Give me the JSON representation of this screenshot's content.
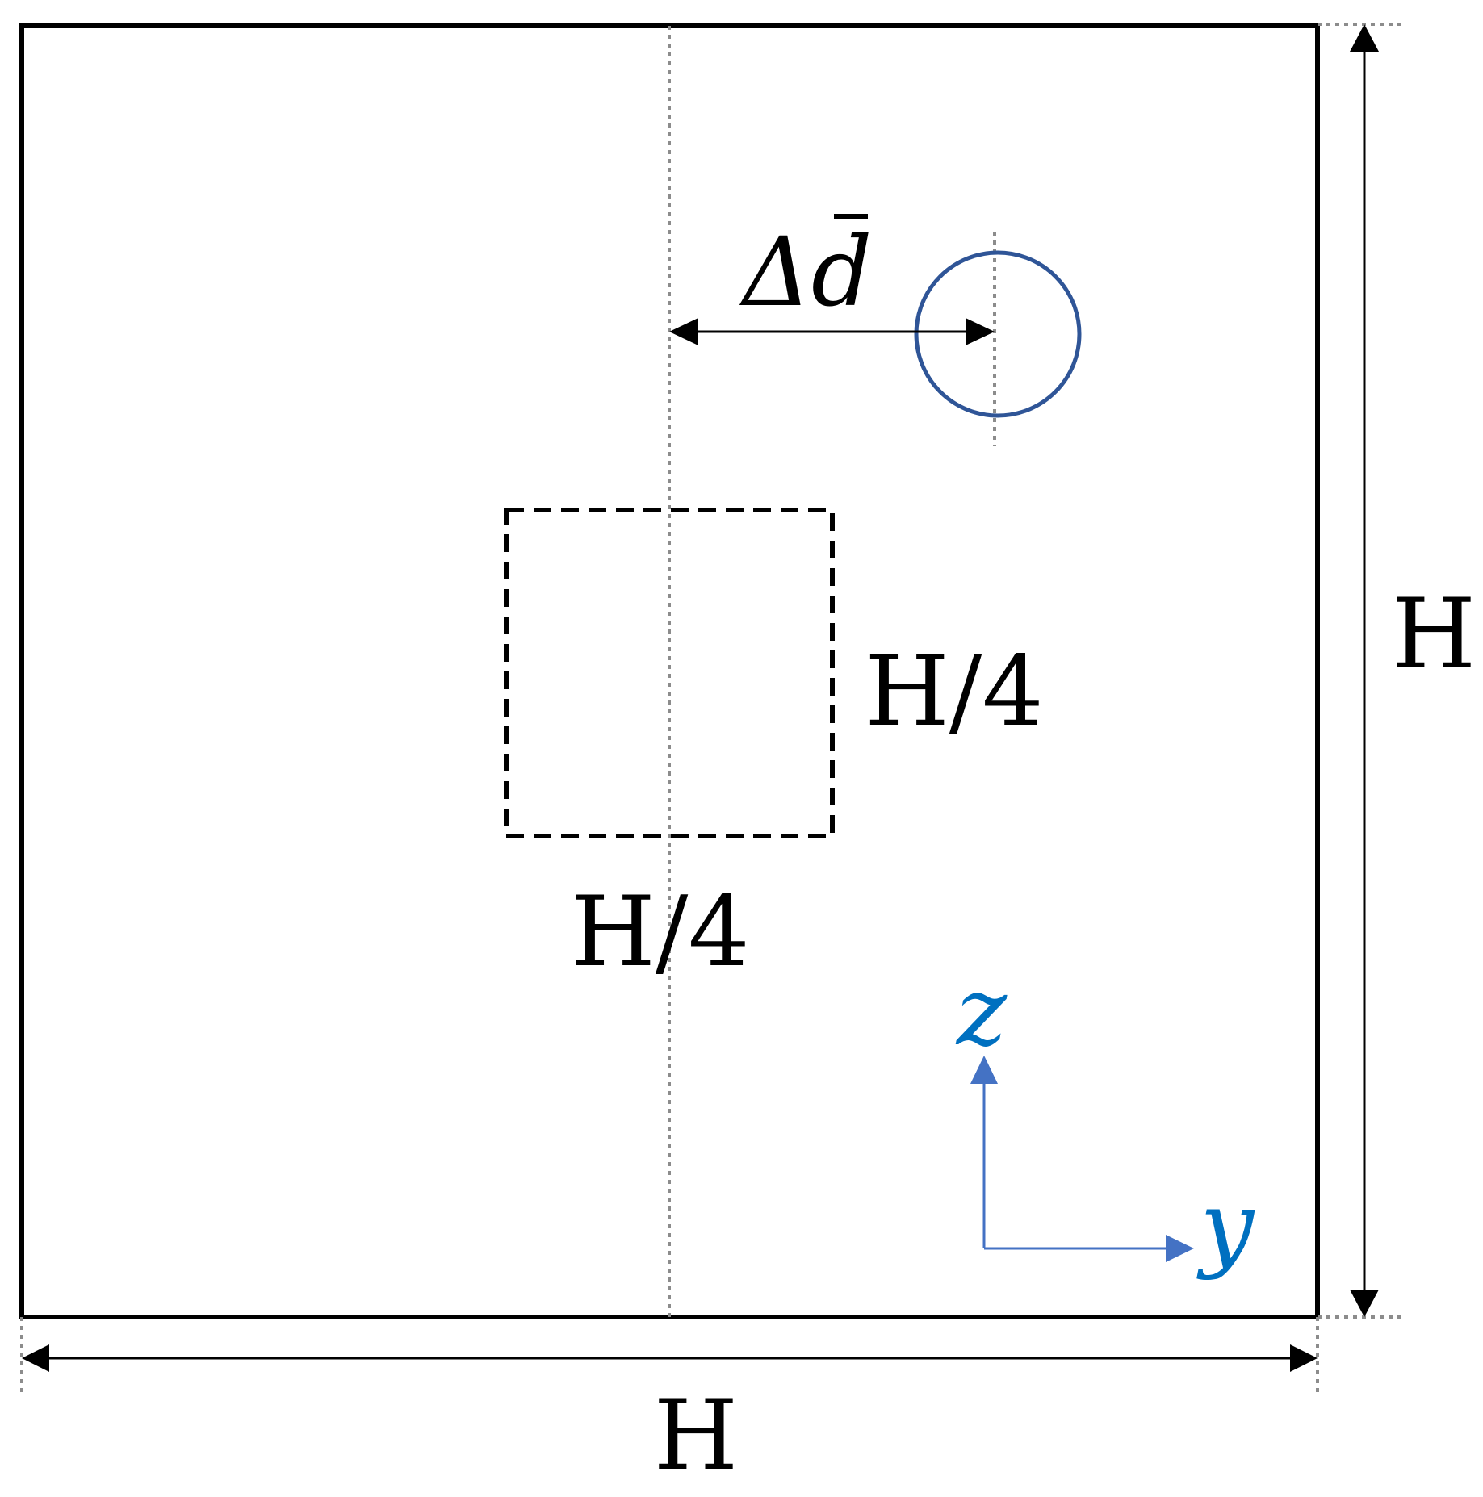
{
  "labels": {
    "width": "H",
    "height": "H",
    "box_width": "H/4",
    "box_height": "H/4",
    "offset_symbol": "Δ",
    "offset_var": "d",
    "axis_vertical": "z",
    "axis_horizontal": "y"
  },
  "colors": {
    "outline": "#000000",
    "guide": "#8c8c8c",
    "particle": "#2f5597",
    "axis": "#4472c4",
    "axis_label": "#0070c0"
  }
}
